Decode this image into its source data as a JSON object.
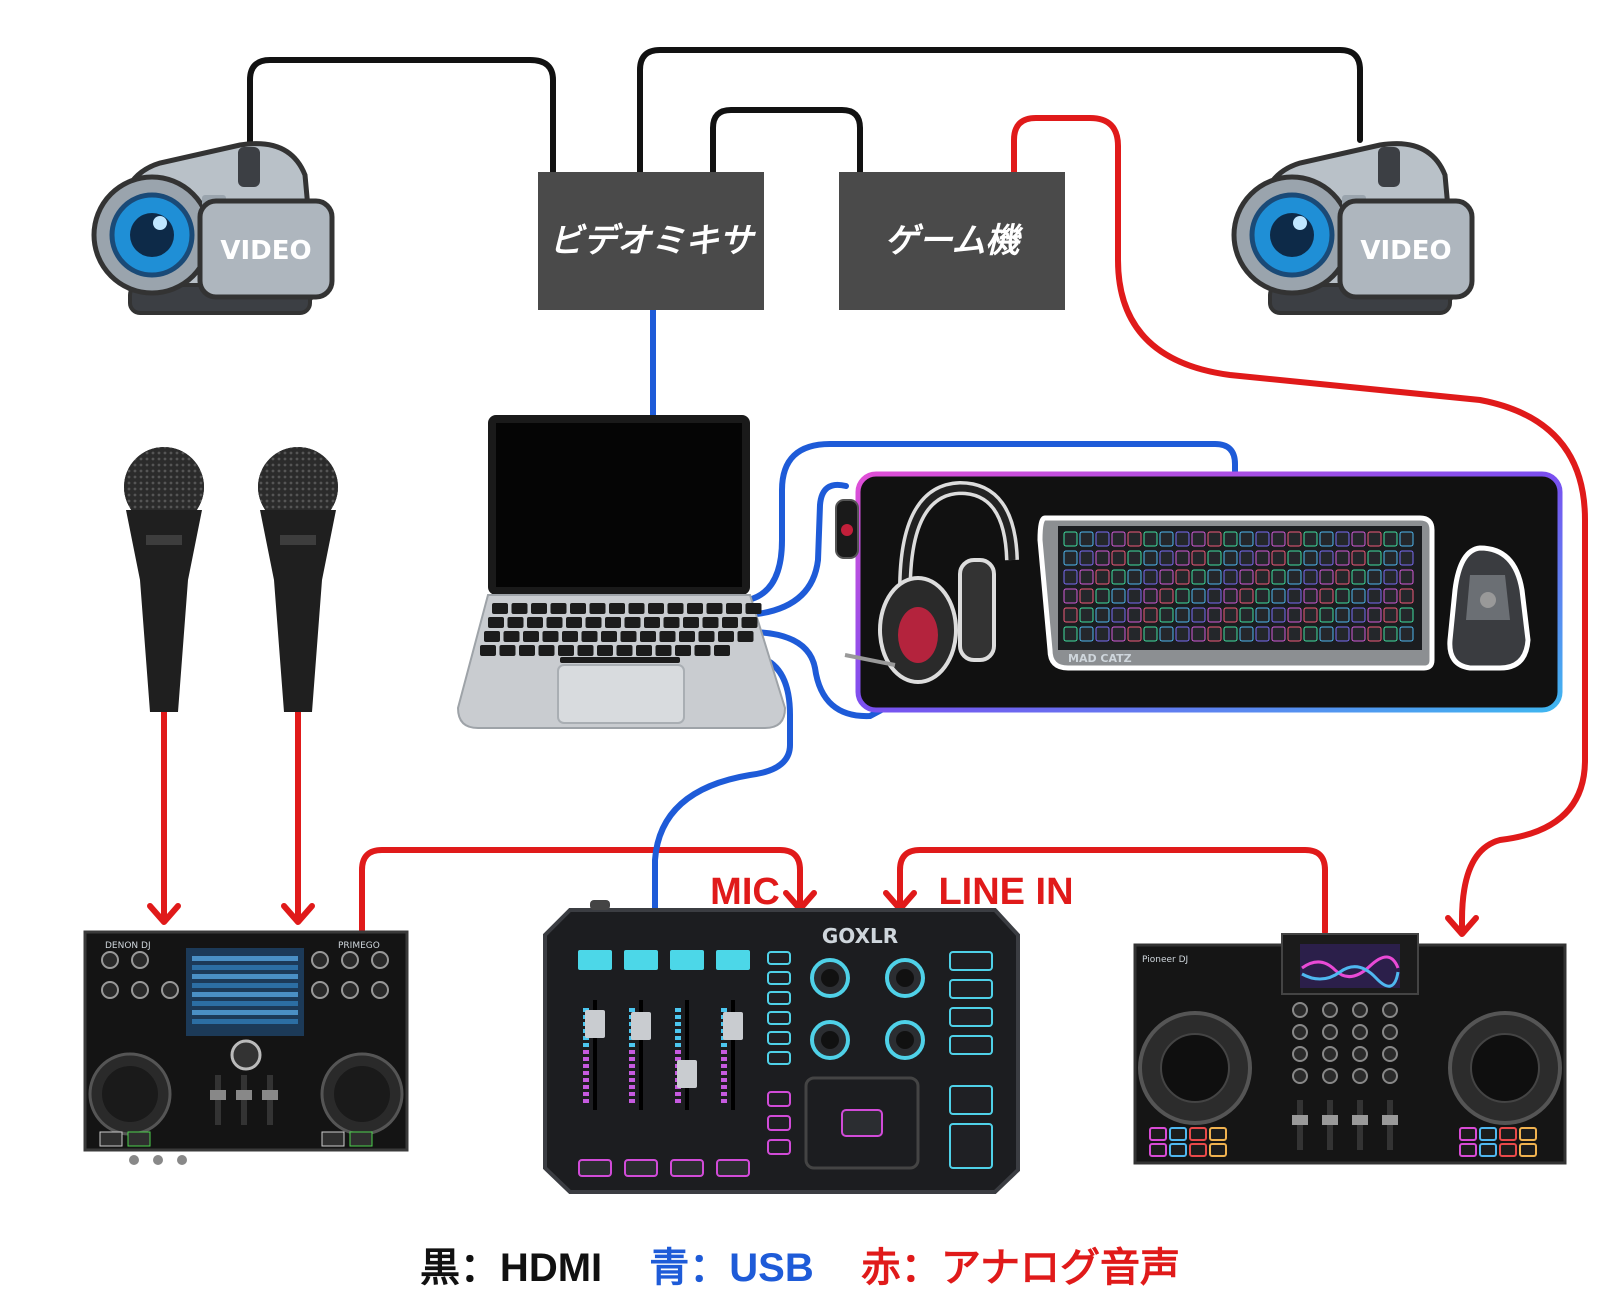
{
  "colors": {
    "hdmi": "#111111",
    "usb": "#1e5bd8",
    "analog": "#e01a1a",
    "box": "#4a4a4a"
  },
  "boxes": {
    "video_mixer": "ビデオミキサ",
    "game_console": "ゲーム機"
  },
  "cameras": {
    "left_label": "VIDEO",
    "right_label": "VIDEO"
  },
  "ports": {
    "mic": "MIC",
    "line_in": "LINE IN"
  },
  "devices": {
    "goxlr_brand": "GOXLR",
    "denon_brand": "DENON DJ",
    "denon_model": "PRIMEGO",
    "keyboard_brand": "MAD CATZ",
    "pioneer_brand": "Pioneer DJ"
  },
  "legend": {
    "black": "黒：HDMI",
    "blue": "青：USB",
    "red": "赤：アナログ音声"
  }
}
